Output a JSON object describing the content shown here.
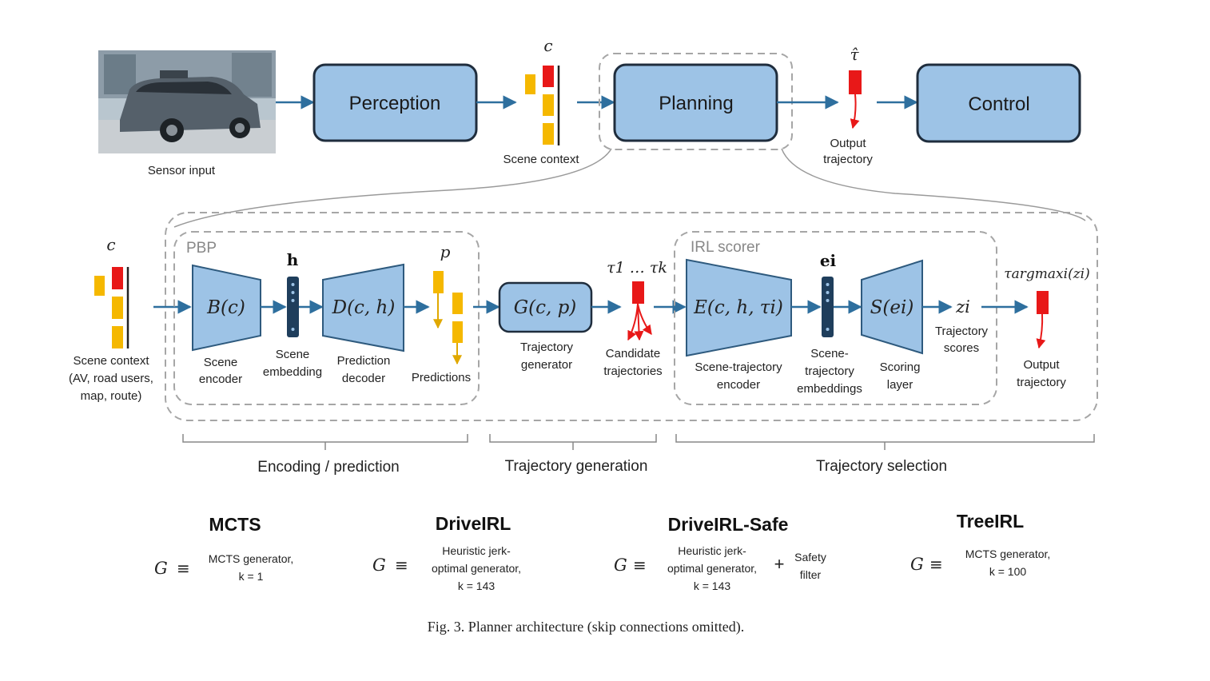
{
  "top": {
    "sensor_label": "Sensor input",
    "perception": "Perception",
    "scene_context_symbol": "c",
    "scene_context_label": "Scene context",
    "planning": "Planning",
    "output_symbol": "τ̂",
    "output_label_1": "Output",
    "output_label_2": "trajectory",
    "control": "Control"
  },
  "detail": {
    "input_symbol": "c",
    "input_label_1": "Scene context",
    "input_label_2": "(AV, road users,",
    "input_label_3": "map, route)",
    "pbp_label": "PBP",
    "encoder_math": "B(c)",
    "encoder_label_1": "Scene",
    "encoder_label_2": "encoder",
    "embedding_symbol": "h",
    "embedding_label_1": "Scene",
    "embedding_label_2": "embedding",
    "decoder_math": "D(c, h)",
    "decoder_label_1": "Prediction",
    "decoder_label_2": "decoder",
    "pred_symbol": "p",
    "pred_label": "Predictions",
    "generator_math": "G(c, p)",
    "generator_label_1": "Trajectory",
    "generator_label_2": "generator",
    "candidates_symbol": "τ1 … τk",
    "candidates_label_1": "Candidate",
    "candidates_label_2": "trajectories",
    "irl_label": "IRL scorer",
    "st_encoder_math": "E(c, h, τi)",
    "st_encoder_label_1": "Scene-trajectory",
    "st_encoder_label_2": "encoder",
    "st_embed_symbol": "ei",
    "st_embed_label_1": "Scene-",
    "st_embed_label_2": "trajectory",
    "st_embed_label_3": "embeddings",
    "scoring_math": "S(ei)",
    "scoring_label_1": "Scoring",
    "scoring_label_2": "layer",
    "scores_symbol": "zi",
    "scores_label_1": "Trajectory",
    "scores_label_2": "scores",
    "output_symbol": "τargmaxi(zi)",
    "output_label_1": "Output",
    "output_label_2": "trajectory"
  },
  "sections": {
    "encoding": "Encoding / prediction",
    "generation": "Trajectory generation",
    "selection": "Trajectory selection"
  },
  "variants": [
    {
      "name": "MCTS",
      "g": "G",
      "equiv": "≡",
      "desc": [
        "MCTS generator,",
        "k = 1"
      ]
    },
    {
      "name": "DriveIRL",
      "g": "G",
      "equiv": "≡",
      "desc": [
        "Heuristic jerk-",
        "optimal generator,",
        "k = 143"
      ]
    },
    {
      "name": "DriveIRL-Safe",
      "g": "G",
      "equiv": "≡",
      "desc": [
        "Heuristic jerk-",
        "optimal generator,",
        "k = 143"
      ],
      "plus": "+",
      "extra": [
        "Safety",
        "filter"
      ]
    },
    {
      "name": "TreeIRL",
      "g": "G",
      "equiv": "≡",
      "desc": [
        "MCTS generator,",
        "k = 100"
      ]
    }
  ],
  "caption": "Fig. 3.  Planner architecture (skip connections omitted).",
  "colors": {
    "box_fill": "#9dc3e6",
    "box_stroke": "#1f2d3d",
    "arrow": "#2e6f9e",
    "red": "#e81818",
    "yellow": "#f5b800",
    "dark_embed": "#1f3e5c",
    "dashed": "#a6a6a6"
  }
}
